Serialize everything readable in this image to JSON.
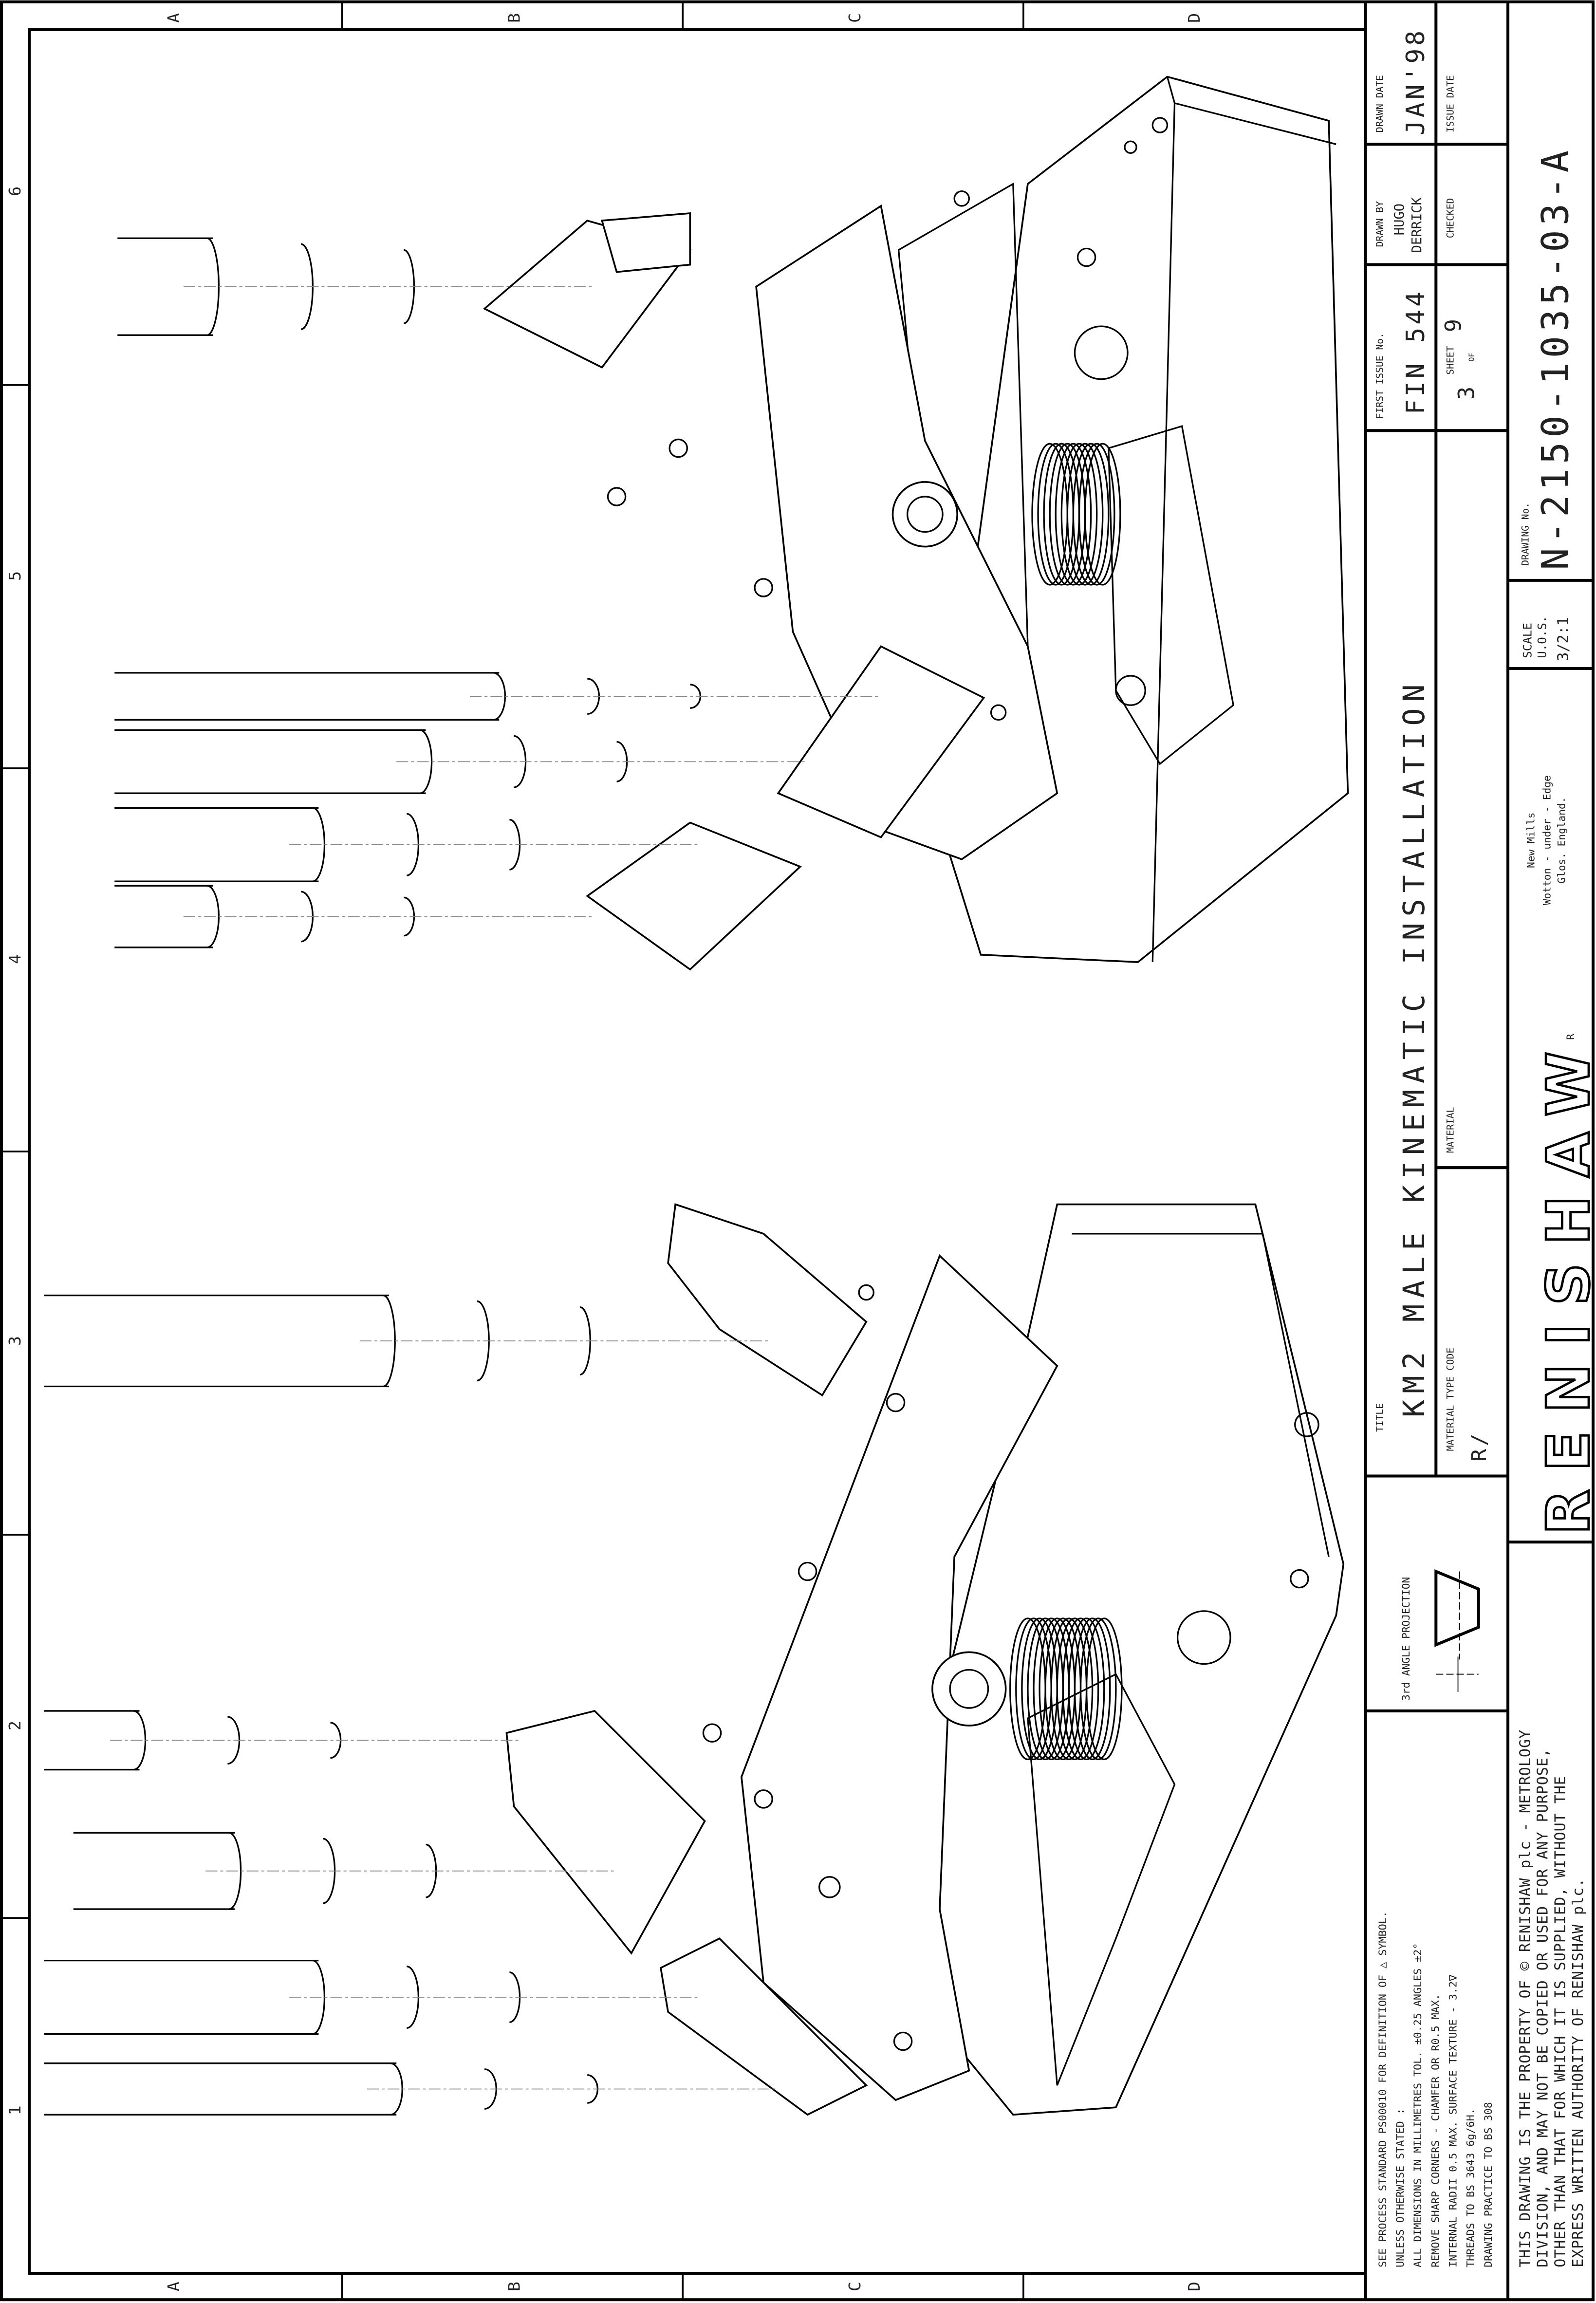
{
  "grid": {
    "columns": [
      "A",
      "B",
      "C",
      "D"
    ],
    "rows": [
      "6",
      "5",
      "4",
      "3",
      "2",
      "1"
    ]
  },
  "title_block": {
    "drawn_date_label": "DRAWN DATE",
    "drawn_date": "JAN'98",
    "issue_date_label": "ISSUE DATE",
    "drawn_by_label": "DRAWN BY",
    "drawn_by_first": "HUGO",
    "drawn_by_last": "DERRICK",
    "checked_label": "CHECKED",
    "first_issue_label": "FIRST ISSUE No.",
    "first_issue": "FIN 544",
    "sheet_label": "SHEET",
    "sheet_number": "3",
    "sheet_of": "OF",
    "sheet_total": "9",
    "drawing_no_label": "DRAWING No.",
    "drawing_no": "N-2150-1035-03-A",
    "scale_label": "SCALE",
    "scale_uos": "U.O.S.",
    "scale_value": "3/2:1",
    "title_label": "TITLE",
    "title": "KM2 MALE KINEMATIC INSTALLATION",
    "material_label": "MATERIAL",
    "material_type_code_label": "MATERIAL TYPE CODE",
    "material_type_code": "R/",
    "projection_label": "3rd ANGLE PROJECTION",
    "company_logo": "RENISHAW",
    "registered_mark": "R",
    "address": [
      "New Mills",
      "Wotton - under - Edge",
      "Glos. England."
    ]
  },
  "notes": [
    "SEE PROCESS STANDARD PS00010 FOR DEFINITION OF △ SYMBOL.",
    "UNLESS OTHERWISE STATED :",
    "ALL DIMENSIONS IN MILLIMETRES TOL. ±0.25  ANGLES ±2°",
    "REMOVE SHARP CORNERS - CHAMFER OR R0.5 MAX.",
    "INTERNAL RADII 0.5 MAX.  SURFACE TEXTURE - 3.2∇",
    "THREADS TO BS 3643 6g/6H.",
    "DRAWING PRACTICE TO BS 308"
  ],
  "copyright": [
    "THIS DRAWING IS THE PROPERTY OF © RENISHAW plc - METROLOGY",
    "DIVISION, AND MAY NOT BE COPIED OR USED FOR ANY PURPOSE,",
    "OTHER THAN THAT FOR WHICH IT IS SUPPLIED, WITHOUT THE",
    "EXPRESS WRITTEN AUTHORITY OF RENISHAW plc."
  ]
}
